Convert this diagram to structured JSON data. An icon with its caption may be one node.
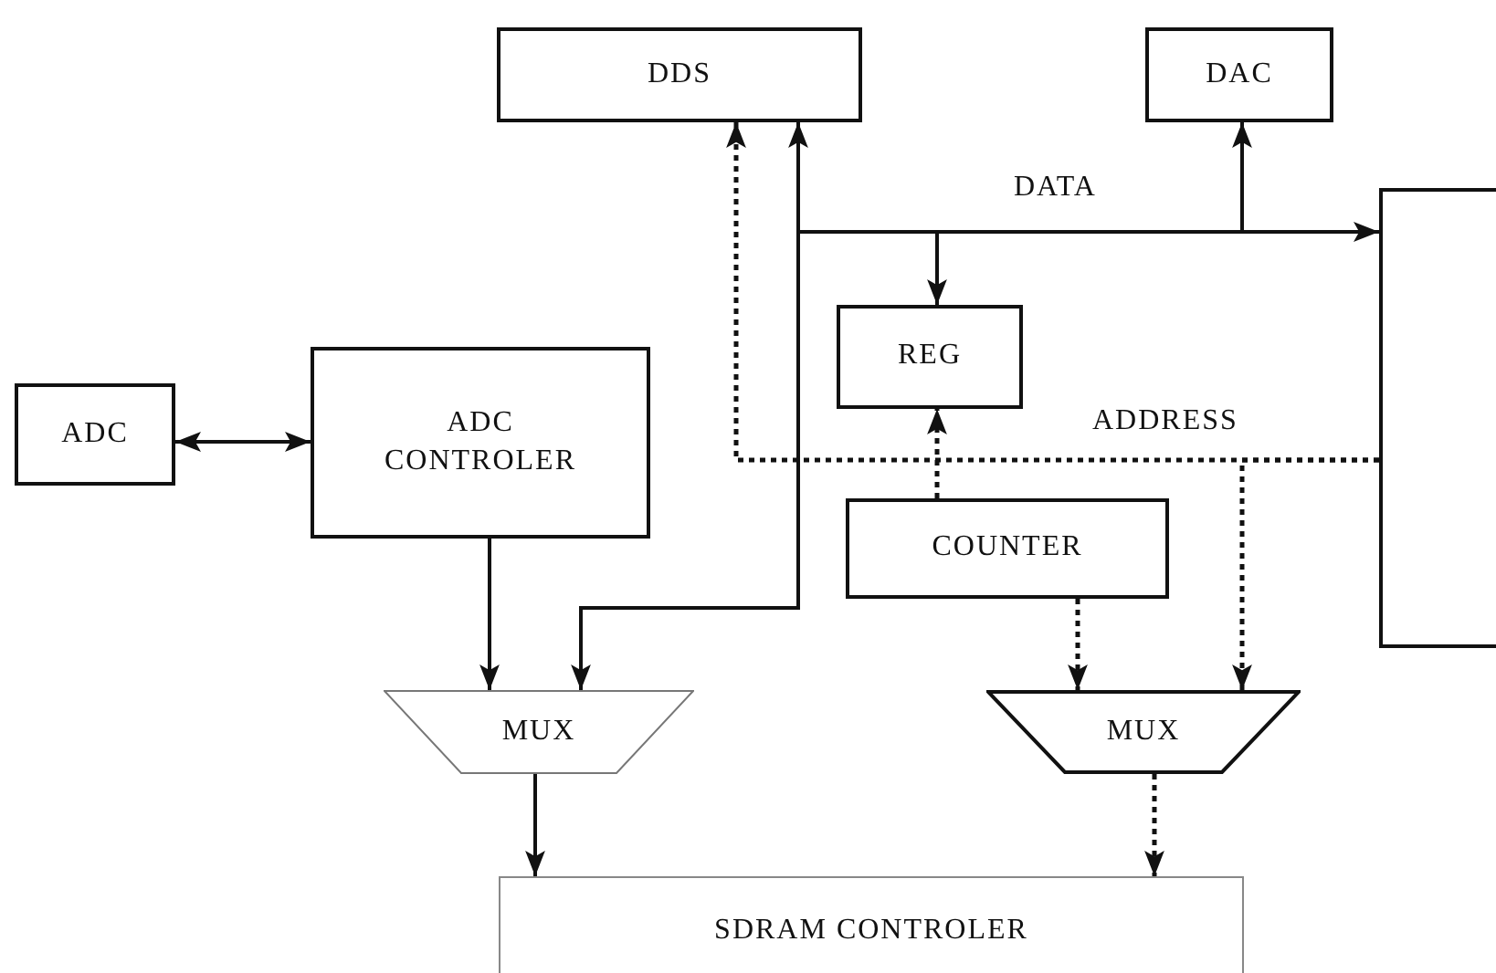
{
  "diagram": {
    "nodes": [
      {
        "text": [
          "DDS"
        ]
      },
      {
        "text": [
          "DAC"
        ]
      },
      {
        "text": [
          "ADC"
        ]
      },
      {
        "text": [
          "ADC CONTROLER"
        ]
      },
      {
        "text": [
          "REG"
        ]
      },
      {
        "text": [
          "COUNTER"
        ]
      },
      {
        "text": [],
        "shape": "box"
      },
      {
        "text": [
          "MUX"
        ]
      },
      {
        "text": [
          "MUX"
        ]
      },
      {
        "text": [
          "SDRAM CONTROLER"
        ]
      }
    ],
    "edges": [
      {
        "from": 2,
        "to": 3,
        "arrow": "both"
      },
      {
        "from": 6,
        "to": 0,
        "arrow": "both",
        "label": "DATA"
      },
      {
        "from": 6,
        "to": 1,
        "arrow": "to"
      },
      {
        "from": 6,
        "to": 4,
        "arrow": "to"
      },
      {
        "from": 6,
        "to": 7,
        "arrow": "to"
      },
      {
        "from": 6,
        "to": 0,
        "arrow": "to",
        "style": "dashed",
        "label": "ADDRESS"
      },
      {
        "from": 6,
        "to": 8,
        "arrow": "to",
        "style": "dashed"
      },
      {
        "from": 5,
        "to": 4,
        "arrow": "to",
        "style": "dashed"
      },
      {
        "from": 5,
        "to": 8,
        "arrow": "to",
        "style": "dashed"
      },
      {
        "from": 3,
        "to": 7,
        "arrow": "to"
      },
      {
        "from": 7,
        "to": 9,
        "arrow": "to"
      },
      {
        "from": 8,
        "to": 9,
        "arrow": "to",
        "style": "dashed"
      }
    ]
  }
}
